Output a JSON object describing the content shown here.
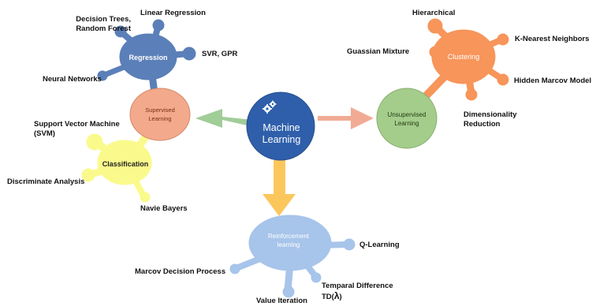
{
  "center": {
    "label_line1": "Machine",
    "label_line2": "Learning",
    "icon": "gears-icon",
    "color": "#2f5faa"
  },
  "supervised": {
    "label_line1": "Supervised",
    "label_line2": "Learning",
    "color": "#f3a98b",
    "regression": {
      "label": "Regression",
      "color": "#5b7fb8",
      "items": [
        "Linear Regression",
        "Decision Trees,",
        "Random Forest",
        "SVR, GPR",
        "Neural Networks"
      ]
    },
    "classification": {
      "label": "Classification",
      "color": "#fafa8c",
      "items": [
        "Support  Vector Machine",
        "(SVM)",
        "Discriminate Analysis",
        "Navie Bayers"
      ]
    }
  },
  "unsupervised": {
    "label_line1": "Unsupervised",
    "label_line2": "Learning",
    "color": "#a4cc8a",
    "clustering": {
      "label": "Clustering",
      "color": "#f7955a",
      "items": [
        "Hierarchical",
        "Guassian Mixture",
        "K-Nearest Neighbors",
        "Hidden Marcov Model"
      ]
    },
    "dimensionality": [
      "Dimensionality",
      "Reduction"
    ]
  },
  "reinforcement": {
    "label_line1": "Reinforcement",
    "label_line2": "learning",
    "color": "#a7c4ea",
    "items": [
      "Q-Learning",
      "Marcov Decision Process",
      "Temparal Difference",
      "TD(",
      "λ",
      ")",
      "Value Iteration"
    ]
  },
  "arrows": {
    "left_color": "#8fc486",
    "right_color": "#ee9c82",
    "down_color": "#fbc14a"
  }
}
